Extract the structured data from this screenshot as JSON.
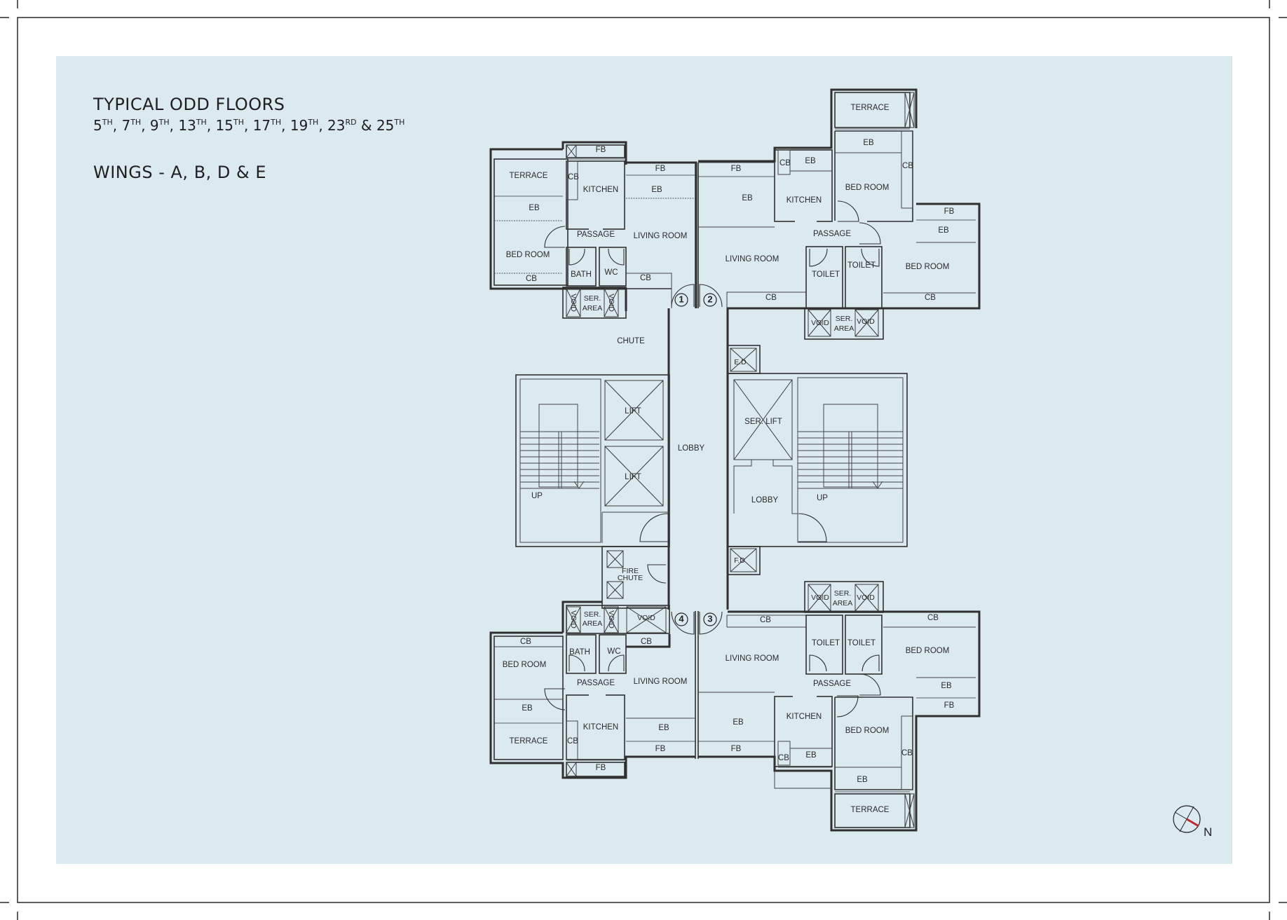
{
  "heading": {
    "title": "TYPICAL ODD FLOORS",
    "floors": [
      {
        "num": "5",
        "sup": "TH"
      },
      {
        "num": "7",
        "sup": "TH"
      },
      {
        "num": "9",
        "sup": "TH"
      },
      {
        "num": "13",
        "sup": "TH"
      },
      {
        "num": "15",
        "sup": "TH"
      },
      {
        "num": "17",
        "sup": "TH"
      },
      {
        "num": "19",
        "sup": "TH"
      },
      {
        "num": "23",
        "sup": "RD"
      },
      {
        "num": "25",
        "sup": "TH"
      }
    ],
    "floors_text": "5TH, 7TH, 9TH, 13TH, 15TH, 17TH, 19TH, 23RD & 25TH",
    "wings": "WINGS - A, B, D & E"
  },
  "colors": {
    "panel": "#dbeaef",
    "wall": "#303030",
    "north_arrow": "#c0272d"
  },
  "units": {
    "unit1": {
      "flat_no": "1",
      "terrace": "TERRACE",
      "eb_bed": "EB",
      "bed_room": "BED ROOM",
      "cb_bed": "CB",
      "kitchen": "KITCHEN",
      "cb_kitchen": "CB",
      "fb_kitchen": "FB",
      "passage": "PASSAGE",
      "bath": "BATH",
      "wc": "WC",
      "void1": "VOID",
      "ser_area": "SER.",
      "ser_area2": "AREA",
      "void2": "VOID",
      "living_room": "LIVING ROOM",
      "eb_living": "EB",
      "fb_living": "FB",
      "cb_living": "CB"
    },
    "unit2": {
      "flat_no": "2",
      "terrace": "TERRACE",
      "eb_bed1": "EB",
      "bed_room1": "BED ROOM",
      "cb_bed1": "CB",
      "kitchen": "KITCHEN",
      "eb_kitchen": "EB",
      "cb_kitchen": "CB",
      "fb_living": "FB",
      "eb_living": "EB",
      "living_room": "LIVING ROOM",
      "cb_living": "CB",
      "passage": "PASSAGE",
      "toilet1": "TOILET",
      "toilet2": "TOILET",
      "void1": "VOID",
      "ser_area": "SER.",
      "ser_area2": "AREA",
      "void2": "VOID",
      "fb_bed2": "FB",
      "eb_bed2": "EB",
      "bed_room2": "BED ROOM",
      "cb_bed2": "CB"
    },
    "unit3": {
      "flat_no": "3",
      "living_room": "LIVING ROOM",
      "cb_living": "CB",
      "eb_living": "EB",
      "fb_living": "FB",
      "void1": "VOID",
      "ser_area": "SER.",
      "ser_area2": "AREA",
      "void2": "VOID",
      "toilet1": "TOILET",
      "toilet2": "TOILET",
      "passage": "PASSAGE",
      "kitchen": "KITCHEN",
      "cb_kitchen": "CB",
      "eb_kitchen": "EB",
      "bed_room1": "BED ROOM",
      "cb_bed1": "CB",
      "eb_bed1": "EB",
      "terrace": "TERRACE",
      "bed_room2": "BED ROOM",
      "cb_bed2": "CB",
      "eb_bed2": "EB",
      "fb_bed2": "FB"
    },
    "unit4": {
      "flat_no": "4",
      "void1": "VOID",
      "ser_area": "SER.",
      "ser_area2": "AREA",
      "void2": "VOID",
      "void3": "VOID",
      "cb_bed": "CB",
      "bed_room": "BED ROOM",
      "eb_bed": "EB",
      "terrace": "TERRACE",
      "bath": "BATH",
      "wc": "WC",
      "passage": "PASSAGE",
      "kitchen": "KITCHEN",
      "cb_kitchen": "CB",
      "fb_kitchen": "FB",
      "living_room": "LIVING ROOM",
      "cb_living": "CB",
      "eb_living": "EB",
      "fb_living": "FB"
    }
  },
  "core": {
    "chute": "CHUTE",
    "lobby_main": "LOBBY",
    "lobby_service": "LOBBY",
    "lift1": "LIFT",
    "lift2": "LIFT",
    "ser_lift": "SER. LIFT",
    "stair_left_up": "UP",
    "stair_right_up": "UP",
    "ed": "E.D",
    "fd": "F.D",
    "fire_chute1": "FIRE",
    "fire_chute2": "CHUTE"
  },
  "compass": {
    "label": "N"
  }
}
